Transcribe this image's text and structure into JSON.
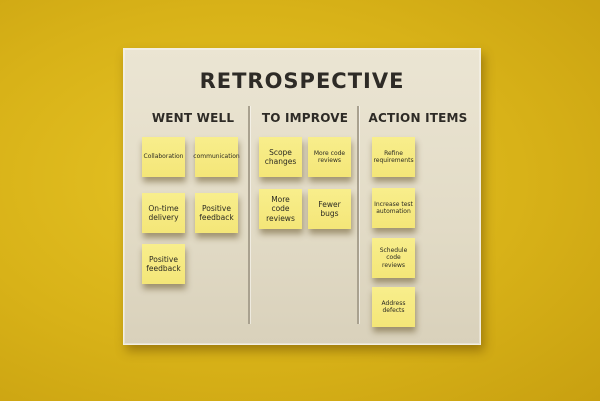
{
  "board": {
    "title": "RETROSPECTIVE",
    "columns": [
      {
        "heading": "WENT WELL",
        "notes": [
          "Collaboration",
          "communication",
          "On-time delivery",
          "Positive feedback",
          "Positive feedback"
        ]
      },
      {
        "heading": "TO IMPROVE",
        "notes": [
          "Scope changes",
          "More code reviews",
          "More code reviews",
          "Fewer bugs"
        ]
      },
      {
        "heading": "ACTION ITEMS",
        "notes": [
          "Refine requirements",
          "Increase test automation",
          "Schedule code reviews",
          "Address defects"
        ]
      }
    ]
  },
  "colors": {
    "background": "#d8b218",
    "board": "#e6e0cc",
    "sticky_note": "#f6ea80",
    "text": "#2e2b26"
  }
}
